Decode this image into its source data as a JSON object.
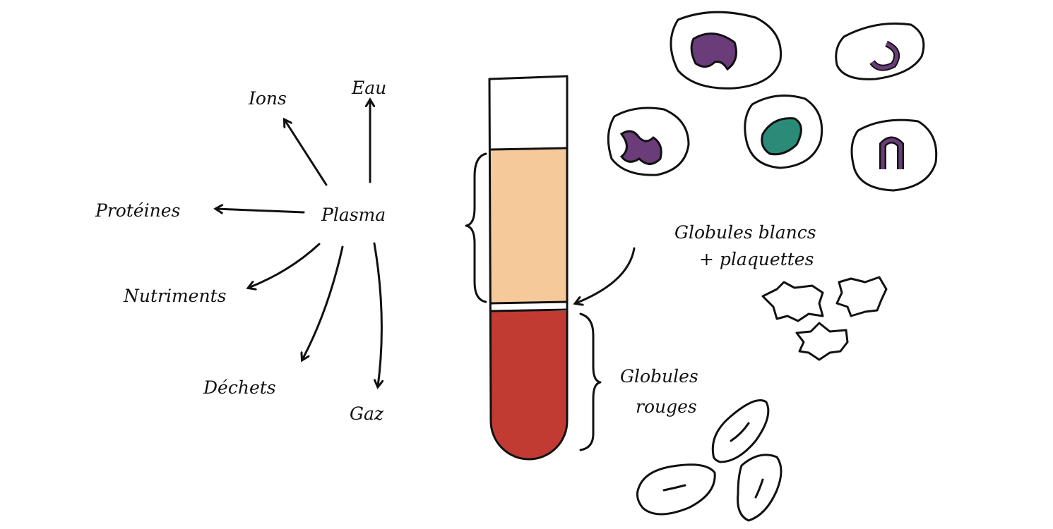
{
  "labels": {
    "plasma": "Plasma",
    "ions": "Ions",
    "eau": "Eau",
    "proteines": "Protéines",
    "nutriments": "Nutriments",
    "dechets": "Déchets",
    "gaz": "Gaz",
    "globules_blancs_line1": "Globules blancs",
    "globules_blancs_line2": "+ plaquettes",
    "globules_rouges_line1": "Globules",
    "globules_rouges_line2": "rouges"
  },
  "colors": {
    "plasma": "#F5C99A",
    "red_cells": "#C23B33",
    "wbc_purple": "#B08AC0",
    "wbc_purple2": "#9B72B0",
    "wbc_pink": "#E98FAA",
    "wbc_teal": "#A9DCCD",
    "wbc_salmon": "#F4A3A3",
    "nucleus": "#6A3C7A",
    "nucleus_teal": "#2A8C78",
    "platelet": "#C7A6D6"
  }
}
